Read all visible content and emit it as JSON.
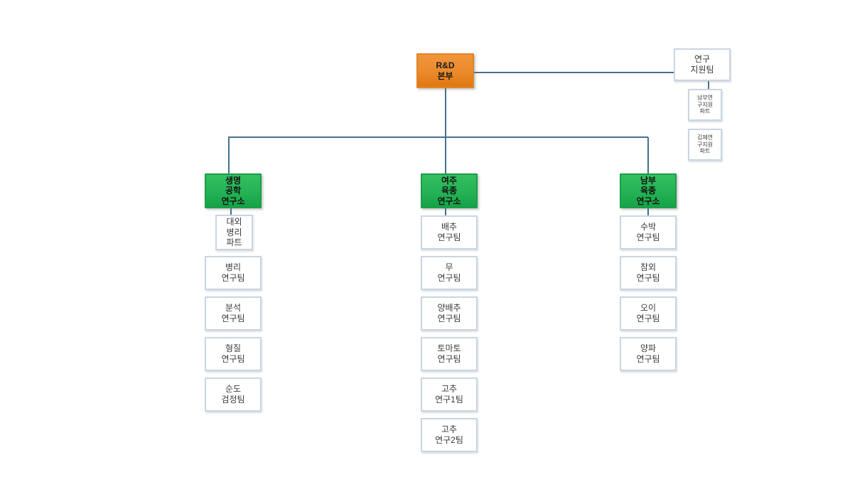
{
  "diagram": {
    "type": "org-chart",
    "root": {
      "label": "R&D\n본부"
    },
    "support": {
      "label": "연구\n지원팀",
      "parts": [
        {
          "label": "남부연\n구지원\n파트"
        },
        {
          "label": "김제연\n구지원\n파트"
        }
      ]
    },
    "branches": [
      {
        "label": "생명\n공학\n연구소",
        "children": [
          {
            "label": "대외\n병리\n파트"
          },
          {
            "label": "병리\n연구팀"
          },
          {
            "label": "분석\n연구팀"
          },
          {
            "label": "형질\n연구팀"
          },
          {
            "label": "순도\n검정팀"
          }
        ]
      },
      {
        "label": "여주\n육종\n연구소",
        "children": [
          {
            "label": "배추\n연구팀"
          },
          {
            "label": "무\n연구팀"
          },
          {
            "label": "양배추\n연구팀"
          },
          {
            "label": "토마토\n연구팀"
          },
          {
            "label": "고추\n연구1팀"
          },
          {
            "label": "고추\n연구2팀"
          }
        ]
      },
      {
        "label": "남부\n육종\n연구소",
        "children": [
          {
            "label": "수박\n연구팀"
          },
          {
            "label": "참외\n연구팀"
          },
          {
            "label": "오이\n연구팀"
          },
          {
            "label": "양파\n연구팀"
          }
        ]
      }
    ],
    "colors": {
      "root_fill": "#EC8A2B",
      "institute_fill": "#24B254",
      "team_border": "#C9D6E2",
      "connector": "#46708E",
      "background": "#FFFFFF"
    }
  }
}
